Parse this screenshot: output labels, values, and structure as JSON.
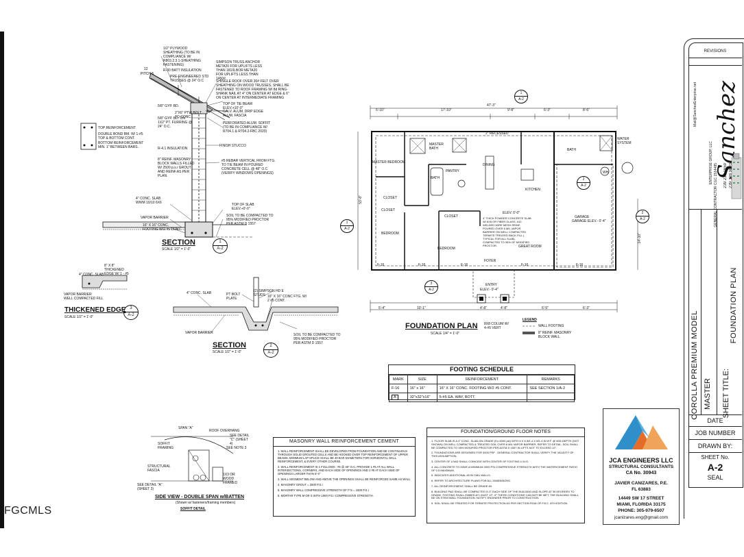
{
  "watermark": "FGCMLS",
  "title_block": {
    "revisions": "REVISIONS",
    "company_name": "Sanchez",
    "company_sub": "ENTERPRISE GROUP, LLC",
    "email": "Mail@SanchezEnterprise.net",
    "contractor": "GENERAL CONTRACTOR CGC 1514485",
    "phone1": "239 218 1659",
    "phone2": "239 398 9893",
    "project": "COROLLA PREMIUM MODEL",
    "master": "MASTER",
    "sheet_title_label": "SHEET TITLE:",
    "sheet_title": "FOUNDATION PLAN",
    "date": "DATE",
    "job_number": "JOB NUMBER",
    "drawn_by": "DRAWN BY:",
    "sheet_no": "SHEET No.",
    "sheet_value": "A-2",
    "seal": "SEAL"
  },
  "engineer": {
    "name": "JCA ENGINEERS LLC",
    "sub": "STRUCTURAL CONSULTANTS",
    "ca": "CA No. 30943",
    "pe": "JAVIER CANIZARES, P.E.",
    "fl": "FL 63883",
    "addr1": "14449 SW 17 STREET",
    "addr2": "MIAMI, FLORIDA 33175",
    "phone": "PHONE: 305-979-6507",
    "email": "jcanizares.eng@gmail.com"
  },
  "plan": {
    "title": "FOUNDATION PLAN",
    "scale": "SCALE 1/4\" = 1'-0\"",
    "rooms": {
      "master_bedroom": "MASTER BEDROOM",
      "dining": "DINING",
      "bath1": "BATH",
      "bath2": "BATH",
      "kitchen": "KITCHEN",
      "closet1": "CLOSET",
      "closet2": "CLOSET",
      "closet3": "CLOSET",
      "bedroom1": "BEDROOM",
      "bedroom2": "BEDROOM",
      "great_room": "GREAT ROOM",
      "foyer": "FOYER",
      "garage": "GARAGE",
      "entry": "ENTRY",
      "pantry": "PANTRY",
      "master_bath": "MASTER BATH",
      "water_system": "WATER SYSTEM",
      "wh": "WH"
    },
    "slab_note": "4\" THICK POWDER CONCRETE SLAB W/ 6X6 OR FIBER GLASS, #10 WELDED WIRE MESH REINF. POURED OVER 6 MIL VAPOR BARRIER ON WELL COMPACTED TERMITE TREATED BACK FILL ( TYPICAL FOR ALL SLAB). COMPACTED TO 95% OF MODIFIED PROCTOR.",
    "dims_top": [
      "5'-10\"",
      "17'-10\"",
      "9'-8\"",
      "6'-3\"",
      "8'-6\""
    ],
    "overall_top": "47'-3\"",
    "overall_left": "53'-8\"",
    "overall_right": "14'-10\"",
    "dims_bottom": [
      "5'-4\"",
      "10'-1\"",
      "4'-8\"",
      "4'-8\"",
      "6'-5\"",
      "6'-3\""
    ],
    "recessed": "2\" RECESSED",
    "elev_main": "ELEV. 0'-0\"",
    "elev_garage": "GARAGE ELEV.- 0'-4\"",
    "elev_entry": "ELEV.- 0'-4\"",
    "footing_tags": [
      "F-16",
      "F-16",
      "F-16",
      "F-16",
      "F-16"
    ],
    "colum_note": "8X8 COLUM W/ 4-#5 VERT",
    "legend_title": "LEGEND",
    "legend_wall": "WALL FOOTING",
    "legend_block": "8\" REINF. MASONRY BLOCK WALL",
    "markers": [
      {
        "num": "1",
        "sheet": "A-2"
      },
      {
        "num": "2",
        "sheet": "A-2"
      },
      {
        "num": "1",
        "sheet": "A-2"
      },
      {
        "num": "2",
        "sheet": "A-2"
      },
      {
        "num": "3",
        "sheet": "A-2"
      }
    ]
  },
  "section1": {
    "title": "SECTION",
    "num": "1",
    "sheet": "A-2",
    "scale": "SCALE 1/2\" = 1'-0\"",
    "notes": [
      "1/2\" PLYWOOD SHEATHING (TO BE IN COMPLIANCE W/ R803.2.3.1-SHEATHING FASTENING)",
      "R-30 BATT INSULATION",
      "PRE-ENGINEERED STD TRUSSES @ 24\" O.C",
      "SIMPSON TRUSS ANCHOR META20 FOR UPLIFTS LESS THAN 1810LBOR META20 FOR UPLIFTS LESS THAN 1450#",
      "SHINGLE ROOF OVER 30# FELT OVER SHEATHING ON WOOD TRUSSES, SHALL BE FASTENED TO ROOF FRAMING W/ 8d RING-SHANK NAIL AT 4\" ON CENTER AT EDGE & 6\" ON CENTER AT INTERMEDIATE FRAMING",
      "TOP OF TIE BEAM ELEV.+10'-0\"",
      "GALV. ALUM. DRIP EDGE ALUM. FASCIA",
      "PERFORATED ALUM. SOFFIT (TO BE IN COMPLIANCE W/ R704.1 & R704.2-FBC 2020)",
      "FINISH STUCCO",
      "TOP REINFORCEMENT",
      "DOUBLE BOND BM. W/ 1-#5 TOP & BOTTOM CONT.",
      "BOTTOM REINFORCEMENT MIN. 1\" BETWEEN BARS.",
      "R-4.1 INSULATION",
      "8\" REINF. MASONRY BLOCK WALLS FILLED W/ 2500 p.s.i GROUT AND REINF.AS PER PLAN.",
      "#5 REBAR VERTICAL FROM FTG. TO TIE BEAM IN POURED CONCRETE CELL @ 48\" O.C (VERIFY WINDOWS OPENINGS)",
      "4\" CONC. SLAB WWM 10/10 6X6",
      "VAPOR BARRIER",
      "16\" X 16\" CONC. FOOTING W/2 #5 CONT.",
      "TOP OF SLAB ELEV.+0'-0\"",
      "SOIL TO BE COMPACTED TO 95% MODIFIED PROCTOR PER ASTM D 1557",
      "5/8\" GYP. BD.",
      "2\"X6\" PTW BOLT TO CONC.",
      "5/8\" GYP. BD. ON 1X2\" PT. FURRING @ 24\" O.C."
    ]
  },
  "section2": {
    "title": "SECTION",
    "num": "2",
    "sheet": "A-2",
    "scale": "SCALE 1/2\" = 1'-0\"",
    "notes": [
      "4\" CONC. SLAB",
      "PT BOLT PLATE",
      "(2) SIMPSON HD E STUDS",
      "16\" X 16\" CONC FTG. W/ 2 #5 CONT.",
      "VAPOR BARRIER",
      "SOIL TO BE COMPACTED TO 95% MODIFIED PROCTOR PER ASTM D 1557"
    ]
  },
  "thickened": {
    "title": "THICKENED EDGE",
    "num": "3",
    "sheet": "A-2",
    "scale": "SCALE 1/2\" = 1'-0\"",
    "notes": [
      "4\" CONC. SLAB",
      "8\" X 8\" THICKENED EDGE W/ 1 - #5",
      "VAPOR BARRIER",
      "WELL COMPACTED FILL"
    ]
  },
  "footing_schedule": {
    "title": "FOOTING SCHEDULE",
    "headers": [
      "MARK",
      "SIZE",
      "REINFORCEMENT",
      "REMARKS"
    ],
    "rows": [
      [
        "F-16",
        "16\" x 16\"",
        "16\" X 16\" CONC. FOOTING W/2 #5 CONT.",
        "SEE SECTION 1/A-2"
      ],
      [
        "A",
        "32\"x32\"x16\"",
        "5-#5 EA. WAY, BOTT.",
        ""
      ]
    ]
  },
  "side_view": {
    "title": "SIDE VIEW - DOUBLE SPAN w/BATTEN",
    "sub": "(Shown w/ fasteners/framing members)",
    "soffit": "SOFFIT DETAIL",
    "labels": [
      "SPAN \"A\"",
      "ROOF OVERHANG",
      "SEE DETAIL \"C\" (SHEET 4)",
      "SEE NOTE 3",
      "SOFFIT FRAMING",
      "STRUCTURAL FASCIA",
      "1X3 OR WOOD FRAMED",
      "SEE DETAIL \"A\" (SHEET 3)"
    ]
  },
  "masonry": {
    "title": "MASONRY WALL REINFORCEMENT CEMENT",
    "items": [
      "1. WALL REINFORCEMENT SHALL BE DEVELOPED FROM FOUNDATION AND BE CONTINUOUS THROUGH SOLID GROUTED CELLS AND BE HOOKED OVER TOP REINFORCEMENT OF UPPER BEAMS. MINIMUM LAP SPLICE SHALL BE 40 BAR DIAMETERS FOR HORIZONTAL WALL REINFORCEMENT, & EVERY OTHER COURSE.",
      "2. WALL REINFORCEMENT IS 1 FOLLOWS : #5 @ 48\" O.C. PROVIDE 1 #5 AT ALL WALL INTERSECTIONS, CORNERS, AND EACH SIDE OF OPENINGS AND 2 #5 AT EACH SIDE OF OPENINGS LARGER THAN 6'-0\"",
      "3. WALL SEGMENT BELOW AND ABOVE THE OPENINGS SHALL BE REINFORCED SAME AS WALL",
      "4. MASONRY GROUT = 2500 P.S.I",
      "5. MASONRY WALL COMPRESSIVE STRENGTH OF F'm = 1500 P.S.I",
      "6. MORTAR TYPE M OR S WITH 1900 P.S.I COMPRESSIVE STRENGTH."
    ]
  },
  "foundation_notes": {
    "title": "FOUNDATION/GROUND FLOOR NOTES",
    "items": [
      "1. FLOOR SLAB IS A 4\" CONC. SLAB-ON-GRADE (f'c=3000 psi) WITH 6 X 6 W1.4 X W1.4 W.W.F. @ MID-DEPTH (NOT SHOWN) ON WELL COMPACTED & TREATED SOIL OVER 6 MIL VAPOR BARRIER. REFER TO DETAIL. SOIL SHALL BE COMPACTED TO 95% MODIFIED PROCTOR PER ASTM D 1557 IN LIFTS NOT TO EXCEED 12\".",
      "2. FOUNDATIONS ARE DESIGNED FOR 3000 PSF . GENERAL CONTRACTOR SHALL VERIFY THE VALIDITY OF THIS ASSUMPTION.",
      "3. CENTER OF LOAD SHALL COINCIDE WITH CENTER OF FOOTING U.N.O.",
      "4. ALL CONCRETE TO HAVE A MINIMUM 3000 PSI COMPRESSIVE STRENGTH WITH THE WATER/CEMENT RATIO OF 0.5 MAXIMUM.",
      "5. INDICATES ADDITIONAL #5 IN CMU WALLS.",
      "6. REFER TO ARCHITECTURE PLANS FOR ALL DIMENSIONS.",
      "7. ALL REINFORCEMENT SHALL BE GRADE 60.",
      "8. BUILDING PAD SHALL BE COMPACTED 5'-0\" EACH SIDE OF THE BUILDING AND SLOPE AT 30 DEGREES TO GRADE. FOOTING SHALL EMBED AT LEAST 12\". IF THESE CONDITIONS CAN NOT BE MET, THE BUILDING SHALL BE ON STEM WALL FOUNDATION. NOTIFY ENGINEER PRIOR TO CONSTRUCTION.",
      "9. SOIL SHALL BE TREATED FOR TERMITE PROTECTION AS PER SECTION R318 OF F.B.C. 8TH EDITION."
    ]
  }
}
